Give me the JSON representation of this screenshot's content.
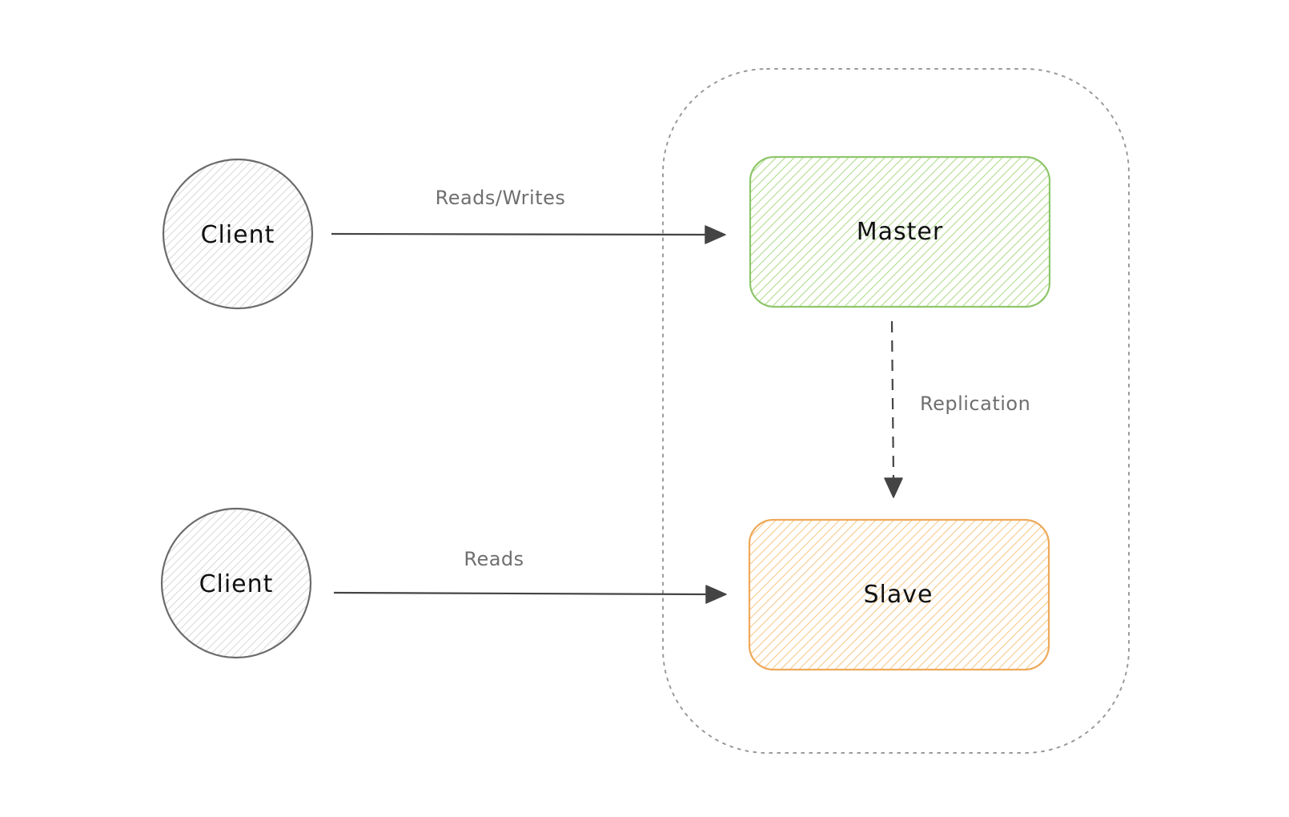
{
  "nodes": {
    "client_top": {
      "label": "Client",
      "shape": "circle",
      "stroke": "#6b6b6b",
      "fill": "#e3e3e3"
    },
    "client_bottom": {
      "label": "Client",
      "shape": "circle",
      "stroke": "#6b6b6b",
      "fill": "#e3e3e3"
    },
    "master": {
      "label": "Master",
      "shape": "rounded-rectangle",
      "stroke": "#8fc66b",
      "fill": "#b2dc8e"
    },
    "slave": {
      "label": "Slave",
      "shape": "rounded-rectangle",
      "stroke": "#eea95a",
      "fill": "#f7c98a"
    }
  },
  "group": {
    "shape": "dotted-rounded-rectangle",
    "stroke": "#9a9a9a",
    "contains": [
      "Master",
      "Slave"
    ]
  },
  "edges": {
    "client_top_to_master": {
      "label": "Reads/Writes",
      "style": "solid",
      "from": "Client",
      "to": "Master"
    },
    "client_bottom_to_slave": {
      "label": "Reads",
      "style": "solid",
      "from": "Client",
      "to": "Slave"
    },
    "master_to_slave": {
      "label": "Replication",
      "style": "dashed",
      "from": "Master",
      "to": "Slave"
    }
  },
  "colors": {
    "arrow": "#444444",
    "edge_label": "#6f6f6f",
    "node_label": "#111111"
  }
}
